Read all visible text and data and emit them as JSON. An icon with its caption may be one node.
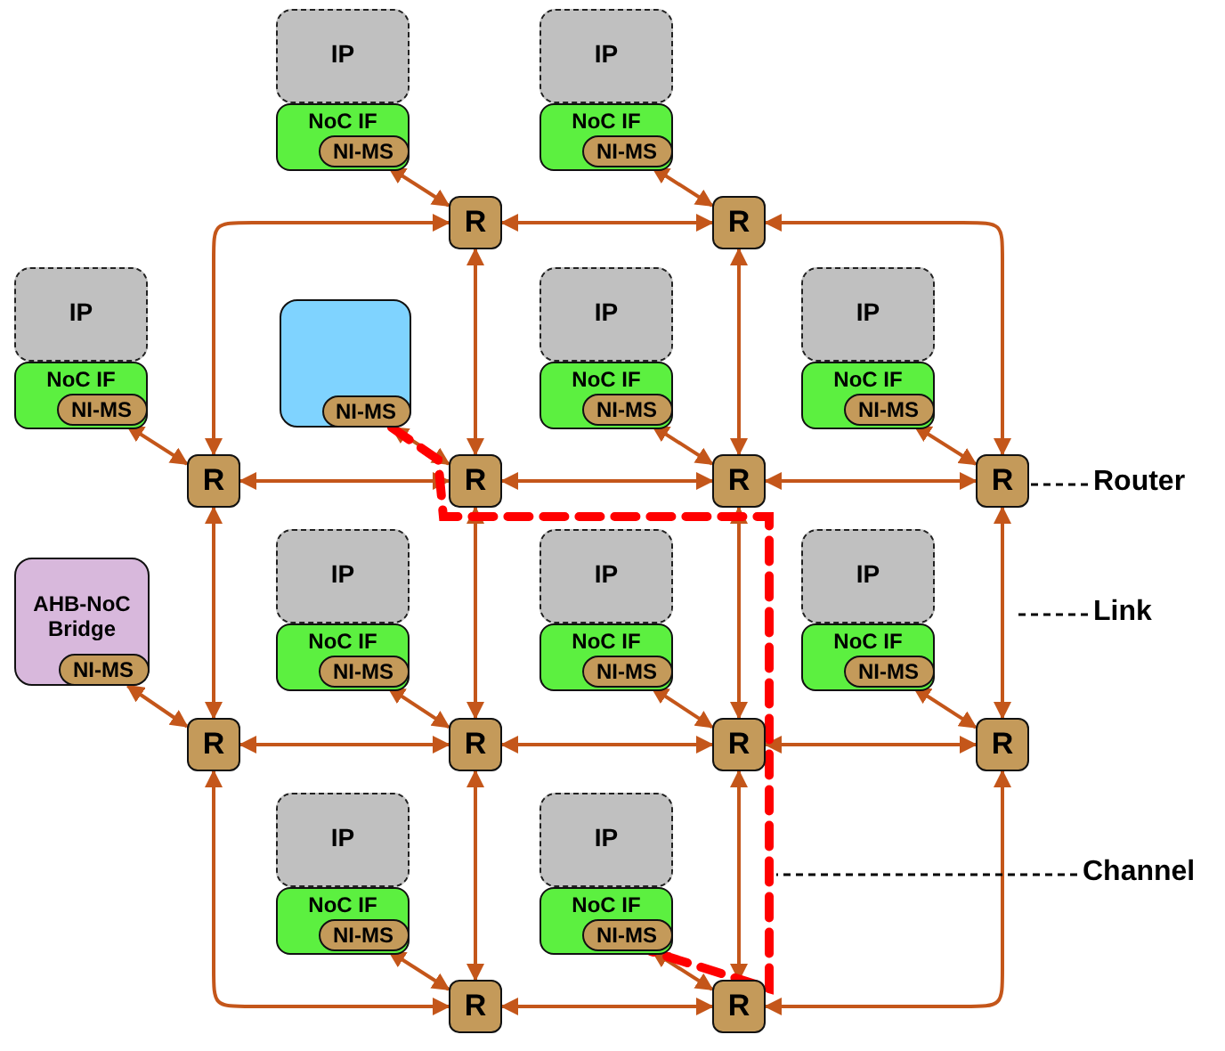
{
  "diagram": {
    "nodes": [
      {
        "text": [
          "IP"
        ]
      },
      {
        "text": [
          "NoC IF"
        ]
      },
      {
        "text": [
          "NI-MS"
        ],
        "in": 1
      },
      {
        "text": [
          "IP"
        ]
      },
      {
        "text": [
          "NoC IF"
        ]
      },
      {
        "text": [
          "NI-MS"
        ],
        "in": 4
      },
      {
        "text": [
          "R"
        ]
      },
      {
        "text": [
          "R"
        ]
      },
      {
        "text": [
          "IP"
        ]
      },
      {
        "text": [
          "NoC IF"
        ]
      },
      {
        "text": [
          "NI-MS"
        ],
        "in": 9
      },
      {
        "text": [],
        "shape": "box"
      },
      {
        "text": [
          "NI-MS"
        ],
        "in": 11
      },
      {
        "text": [
          "IP"
        ]
      },
      {
        "text": [
          "NoC IF"
        ]
      },
      {
        "text": [
          "NI-MS"
        ],
        "in": 14
      },
      {
        "text": [
          "IP"
        ]
      },
      {
        "text": [
          "NoC IF"
        ]
      },
      {
        "text": [
          "NI-MS"
        ],
        "in": 17
      },
      {
        "text": [
          "R"
        ]
      },
      {
        "text": [
          "R"
        ]
      },
      {
        "text": [
          "R"
        ]
      },
      {
        "text": [
          "R"
        ]
      },
      {
        "text": [
          "Router"
        ]
      },
      {
        "text": [
          "AHB-NoC Bridge"
        ]
      },
      {
        "text": [
          "NI-MS"
        ],
        "in": 24
      },
      {
        "text": [
          "IP"
        ]
      },
      {
        "text": [
          "NoC IF"
        ]
      },
      {
        "text": [
          "NI-MS"
        ],
        "in": 27
      },
      {
        "text": [
          "IP"
        ]
      },
      {
        "text": [
          "NoC IF"
        ]
      },
      {
        "text": [
          "NI-MS"
        ],
        "in": 30
      },
      {
        "text": [
          "IP"
        ]
      },
      {
        "text": [
          "NoC IF"
        ]
      },
      {
        "text": [
          "NI-MS"
        ],
        "in": 33
      },
      {
        "text": [
          "Link"
        ]
      },
      {
        "text": [
          "R"
        ]
      },
      {
        "text": [
          "R"
        ]
      },
      {
        "text": [
          "R"
        ]
      },
      {
        "text": [
          "R"
        ]
      },
      {
        "text": [
          "IP"
        ]
      },
      {
        "text": [
          "NoC IF"
        ]
      },
      {
        "text": [
          "NI-MS"
        ],
        "in": 41
      },
      {
        "text": [
          "IP"
        ]
      },
      {
        "text": [
          "NoC IF"
        ]
      },
      {
        "text": [
          "NI-MS"
        ],
        "in": 44
      },
      {
        "text": [
          "Channel"
        ]
      },
      {
        "text": [
          "R"
        ]
      },
      {
        "text": [
          "R"
        ]
      }
    ],
    "edges": [
      {
        "from": 2,
        "to": 6,
        "arrow": "both"
      },
      {
        "from": 5,
        "to": 7,
        "arrow": "both"
      },
      {
        "from": 10,
        "to": 19,
        "arrow": "both"
      },
      {
        "from": 12,
        "to": 20,
        "arrow": "both"
      },
      {
        "from": 15,
        "to": 21,
        "arrow": "both"
      },
      {
        "from": 18,
        "to": 22,
        "arrow": "both"
      },
      {
        "from": 25,
        "to": 36,
        "arrow": "both"
      },
      {
        "from": 28,
        "to": 37,
        "arrow": "both"
      },
      {
        "from": 31,
        "to": 38,
        "arrow": "both"
      },
      {
        "from": 34,
        "to": 39,
        "arrow": "both"
      },
      {
        "from": 42,
        "to": 47,
        "arrow": "both"
      },
      {
        "from": 45,
        "to": 48,
        "arrow": "both"
      },
      {
        "from": 6,
        "to": 7,
        "arrow": "both"
      },
      {
        "from": 19,
        "to": 20,
        "arrow": "both"
      },
      {
        "from": 20,
        "to": 21,
        "arrow": "both"
      },
      {
        "from": 21,
        "to": 22,
        "arrow": "both"
      },
      {
        "from": 36,
        "to": 37,
        "arrow": "both"
      },
      {
        "from": 37,
        "to": 38,
        "arrow": "both"
      },
      {
        "from": 38,
        "to": 39,
        "arrow": "both"
      },
      {
        "from": 47,
        "to": 48,
        "arrow": "both"
      },
      {
        "from": 6,
        "to": 20,
        "arrow": "both"
      },
      {
        "from": 7,
        "to": 21,
        "arrow": "both"
      },
      {
        "from": 19,
        "to": 36,
        "arrow": "both"
      },
      {
        "from": 20,
        "to": 37,
        "arrow": "both"
      },
      {
        "from": 21,
        "to": 38,
        "arrow": "both"
      },
      {
        "from": 22,
        "to": 39,
        "arrow": "both"
      },
      {
        "from": 37,
        "to": 47,
        "arrow": "both"
      },
      {
        "from": 38,
        "to": 48,
        "arrow": "both"
      },
      {
        "from": 6,
        "to": 19,
        "arrow": "both"
      },
      {
        "from": 7,
        "to": 22,
        "arrow": "both"
      },
      {
        "from": 36,
        "to": 47,
        "arrow": "both"
      },
      {
        "from": 39,
        "to": 48,
        "arrow": "both"
      },
      {
        "from": 12,
        "to": 45,
        "arrow": "none",
        "style": "dashed",
        "color": "#ff0000"
      },
      {
        "from": 23,
        "to": 22,
        "arrow": "none",
        "style": "dashed",
        "color": "#000000"
      },
      {
        "from": 35,
        "to": null,
        "arrow": "none",
        "style": "dashed",
        "color": "#000000"
      },
      {
        "from": 46,
        "to": null,
        "arrow": "none",
        "style": "dashed",
        "color": "#000000"
      }
    ]
  }
}
